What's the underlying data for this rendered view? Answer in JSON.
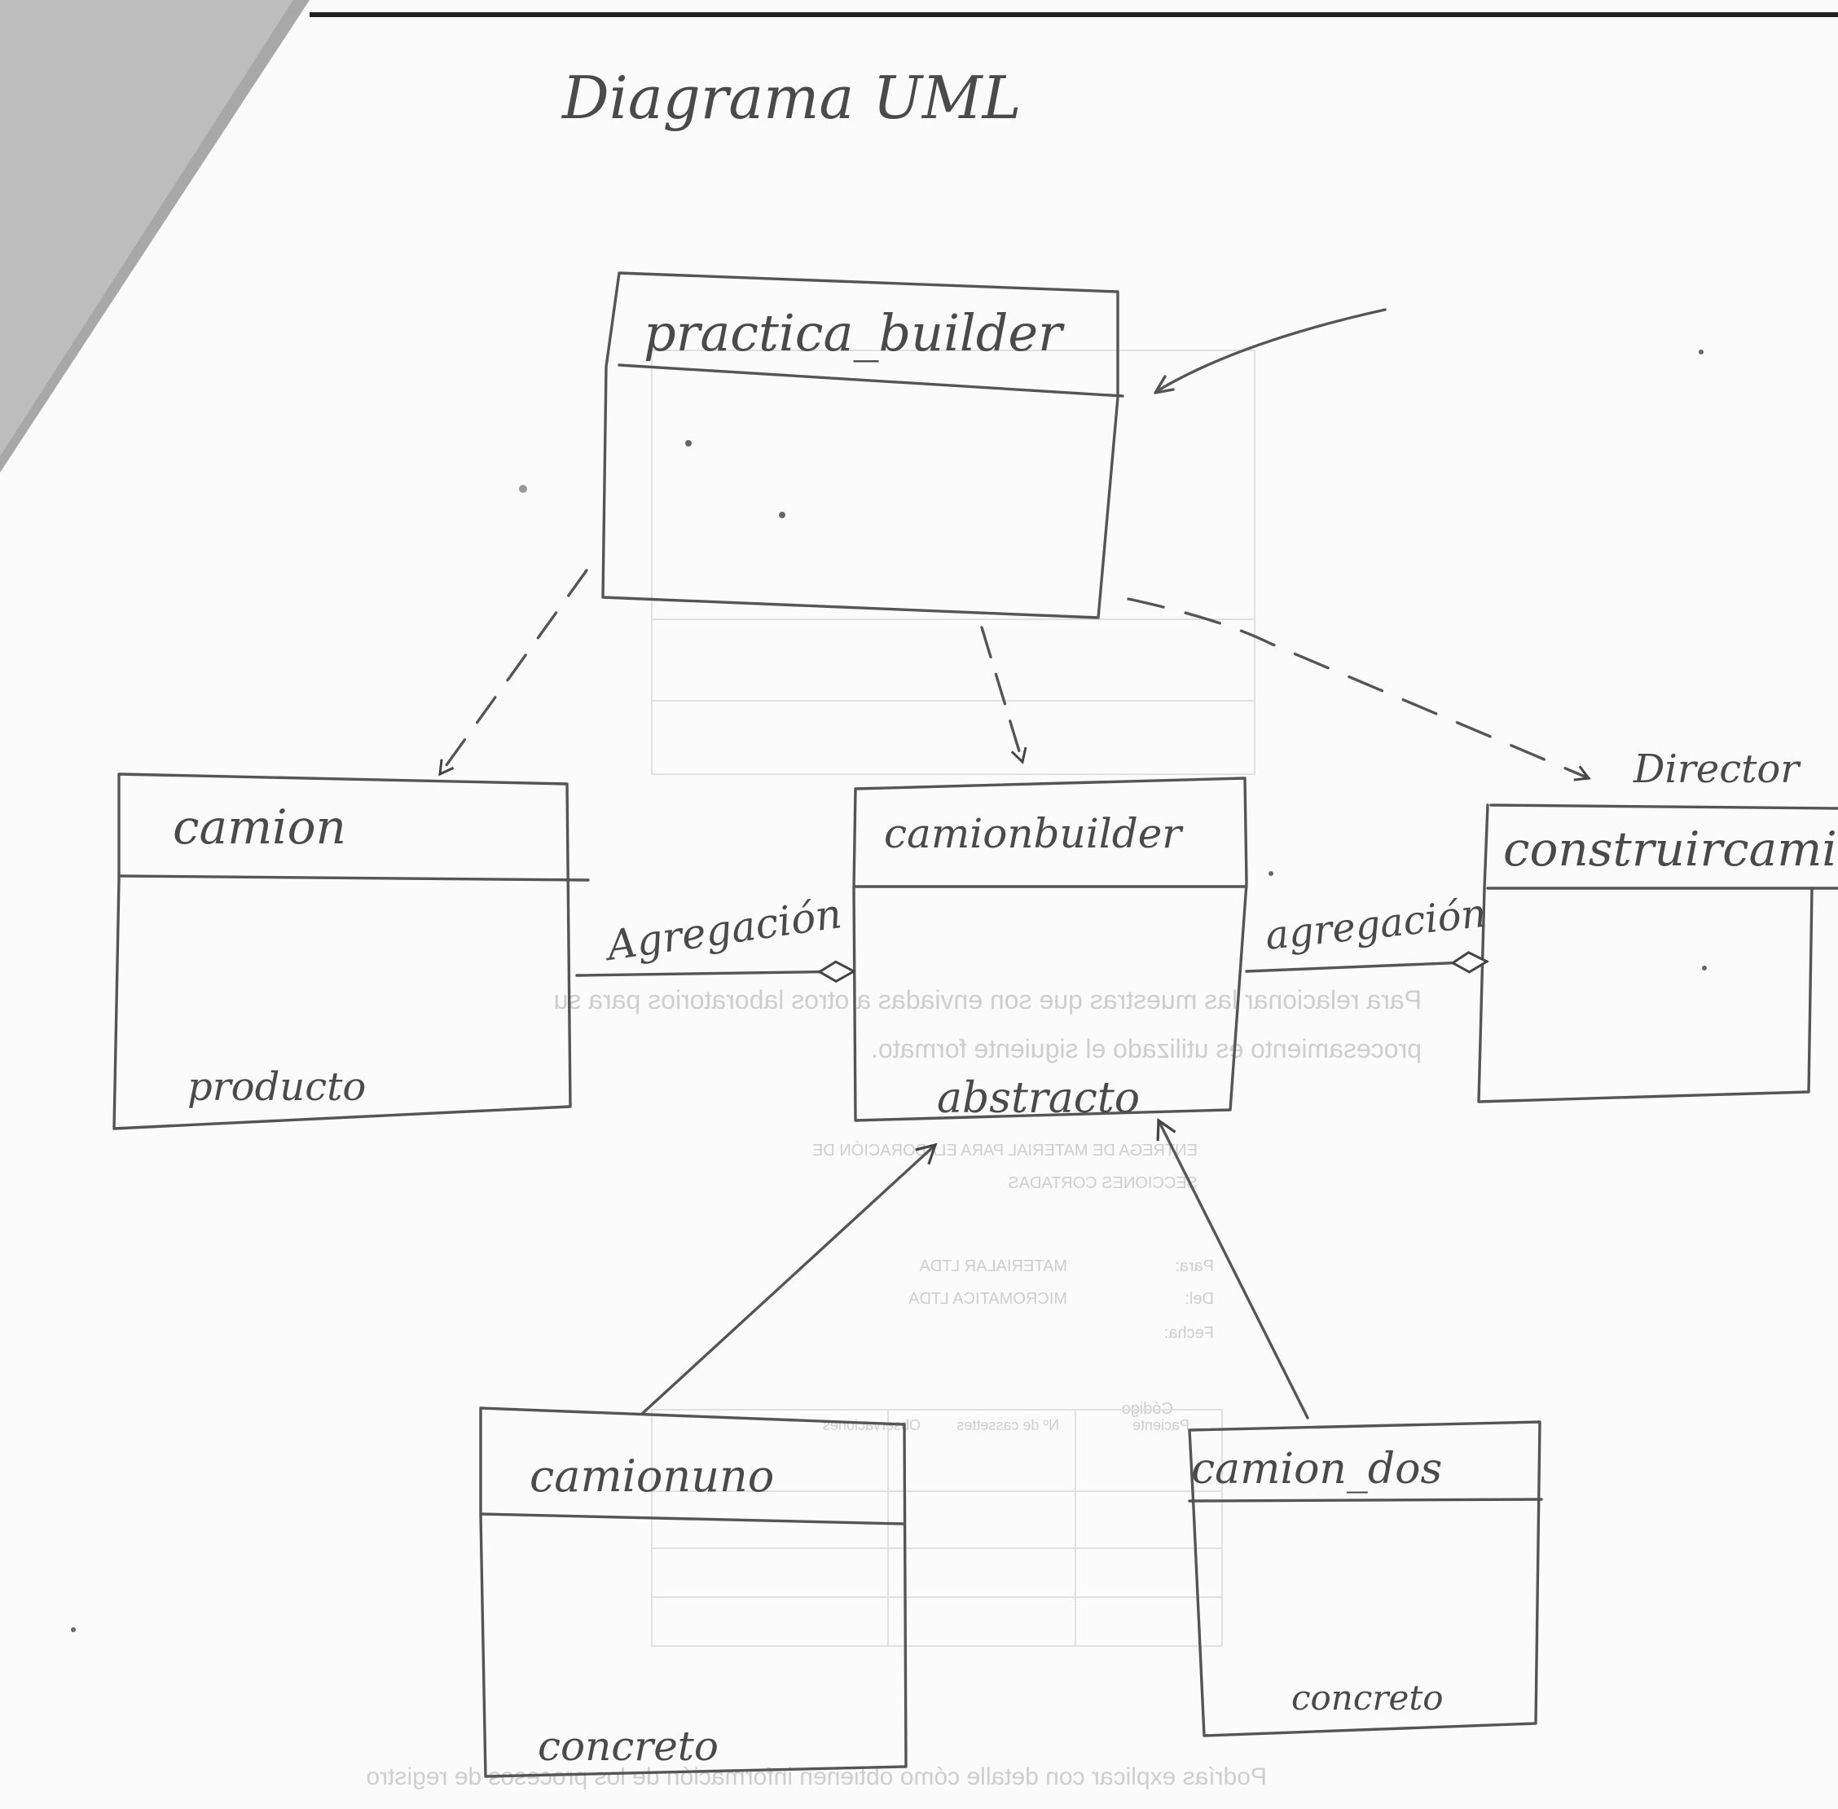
{
  "title": "Diagrama UML",
  "classes": {
    "practica_builder": {
      "name": "practica_builder"
    },
    "camion": {
      "name": "camion",
      "stereotype": "producto"
    },
    "camionbuilder": {
      "name": "camionbuilder",
      "stereotype": "abstracto"
    },
    "construircamion": {
      "name": "construircamio",
      "role": "Director"
    },
    "camionuno": {
      "name": "camionuno",
      "stereotype": "concreto"
    },
    "camion_dos": {
      "name": "camion_dos",
      "stereotype": "concreto"
    }
  },
  "relations": {
    "agregacion_left": "Agregación",
    "agregacion_right": "agregación"
  },
  "bleed_through": {
    "line1": "Para relacionar las muestras que son enviadas a otros laboratorios para su",
    "line2": "procesamiento es utilizado el siguiente formato.",
    "heading1": "ENTREGA DE MATERIAL PARA ELABORACIÓN DE",
    "heading2": "SECCIONES CORTADAS",
    "para_label": "Para:",
    "para_value": "MATERIALAR LTDA",
    "del_label": "Del:",
    "del_value": "MICROMATICA LTDA",
    "fecha_label": "Fecha:",
    "codigo_label": "Código",
    "col1": "Paciente",
    "col2": "Nº de cassettes",
    "col3": "Observaciones",
    "bottom": "Podrías explicar con detalle cómo obtienen información de los procesos de registro"
  },
  "colors": {
    "paper": "#fbfbfb",
    "pencil": "#555555",
    "ink": "#333333",
    "bleed": "#c9c9c9"
  }
}
